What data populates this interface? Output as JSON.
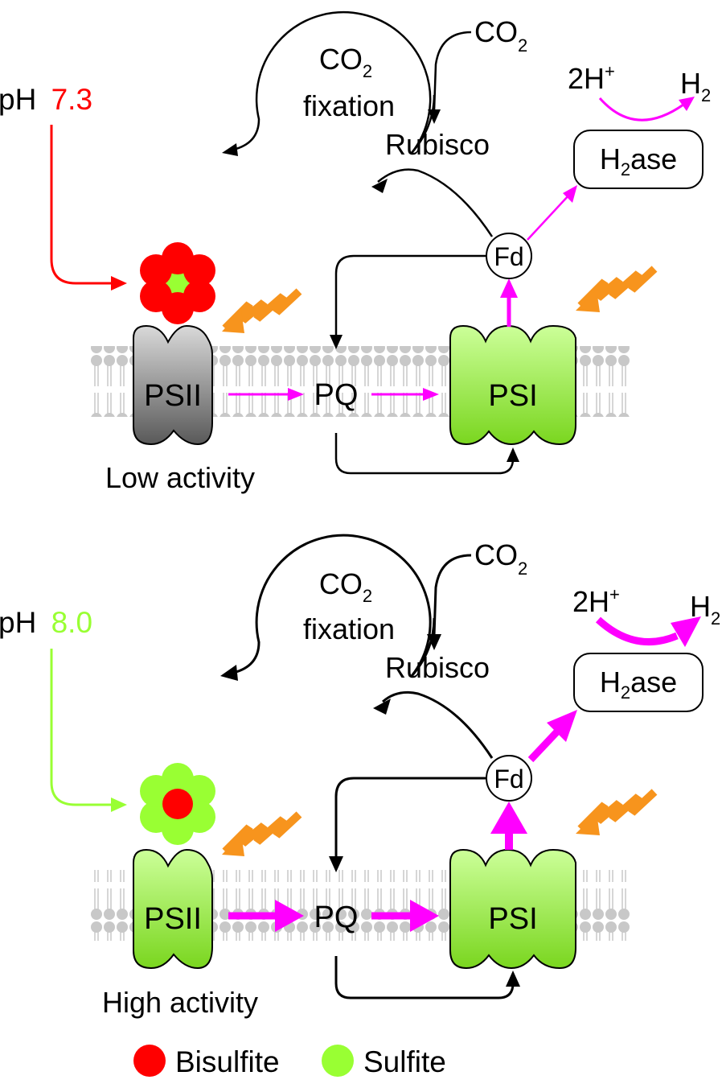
{
  "panels": [
    {
      "ph_prefix": "pH",
      "ph_value": "7.3",
      "ph_color": "#ff0000",
      "psii_label": "PSII",
      "psii_color": "#a6a6a6",
      "pq_label": "PQ",
      "psi_label": "PSI",
      "fd_label": "Fd",
      "co2_label": "CO",
      "co2_sub": "2",
      "fixation_co2": "CO",
      "fixation_co2_sub": "2",
      "fixation_label": "fixation",
      "rubisco_label": "Rubisco",
      "proton_label": "2H",
      "proton_sup": "+",
      "h2_label": "H",
      "h2_sub": "2",
      "h2ase_h": "H",
      "h2ase_sub": "2",
      "h2ase_rest": "ase",
      "activity_label": "Low activity",
      "cluster_outer_color": "#ff0000",
      "cluster_center_color": "#99ff33"
    },
    {
      "ph_prefix": "pH",
      "ph_value": "8.0",
      "ph_color": "#99ff33",
      "psii_label": "PSII",
      "psii_color": "#99ff33",
      "pq_label": "PQ",
      "psi_label": "PSI",
      "fd_label": "Fd",
      "co2_label": "CO",
      "co2_sub": "2",
      "fixation_co2": "CO",
      "fixation_co2_sub": "2",
      "fixation_label": "fixation",
      "rubisco_label": "Rubisco",
      "proton_label": "2H",
      "proton_sup": "+",
      "h2_label": "H",
      "h2_sub": "2",
      "h2ase_h": "H",
      "h2ase_sub": "2",
      "h2ase_rest": "ase",
      "activity_label": "High activity",
      "cluster_outer_color": "#99ff33",
      "cluster_center_color": "#ff0000"
    }
  ],
  "legend": {
    "bisulfite_label": "Bisulfite",
    "bisulfite_color": "#ff0000",
    "sulfite_label": "Sulfite",
    "sulfite_color": "#99ff33"
  },
  "colors": {
    "psi_green": "#99ff33",
    "electron_flow": "#ff00ff",
    "light": "#f7941d",
    "membrane": "#c8c8c8"
  }
}
